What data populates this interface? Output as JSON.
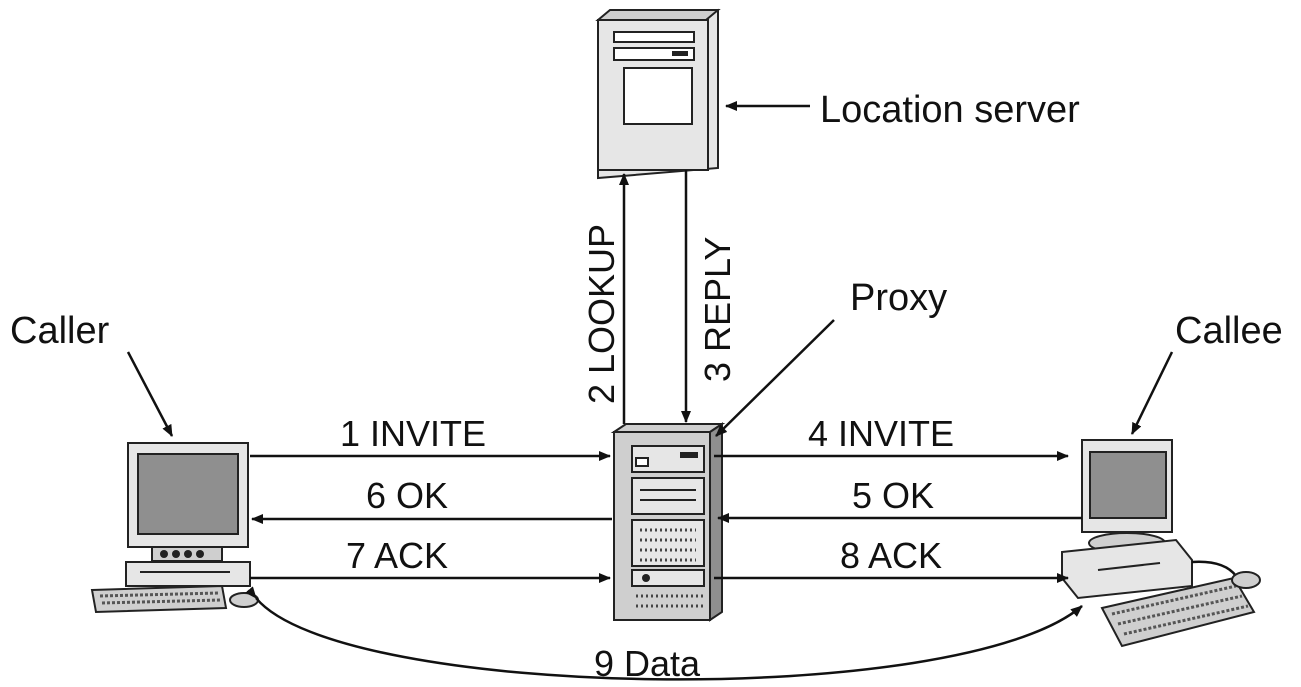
{
  "nodes": {
    "location_server": "Location server",
    "proxy": "Proxy",
    "caller": "Caller",
    "callee": "Callee"
  },
  "messages": [
    {
      "label": "1 INVITE"
    },
    {
      "label": "2 LOOKUP"
    },
    {
      "label": "3 REPLY"
    },
    {
      "label": "4 INVITE"
    },
    {
      "label": "5 OK"
    },
    {
      "label": "6 OK"
    },
    {
      "label": "7 ACK"
    },
    {
      "label": "8 ACK"
    },
    {
      "label": "9 Data"
    }
  ],
  "icons": [
    "tower-server-icon",
    "rack-server-icon",
    "desktop-computer-icon"
  ]
}
